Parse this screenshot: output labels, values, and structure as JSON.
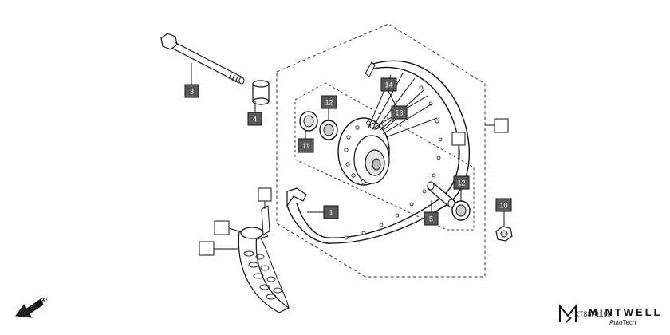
{
  "diagram": {
    "callouts": {
      "c1": "1",
      "c3": "3",
      "c4": "4",
      "c5": "5",
      "c10": "10",
      "c11": "11",
      "c12a": "12",
      "c12b": "12",
      "c13": "13",
      "c14": "14"
    },
    "diagram_code": "XT88F1100",
    "direction_label": "FR."
  },
  "brand": {
    "name": "MINTWELL",
    "tagline": "AutoTech"
  },
  "colors": {
    "callout_fill": "#5a5a5a",
    "line": "#111111",
    "dash": "#333333"
  }
}
